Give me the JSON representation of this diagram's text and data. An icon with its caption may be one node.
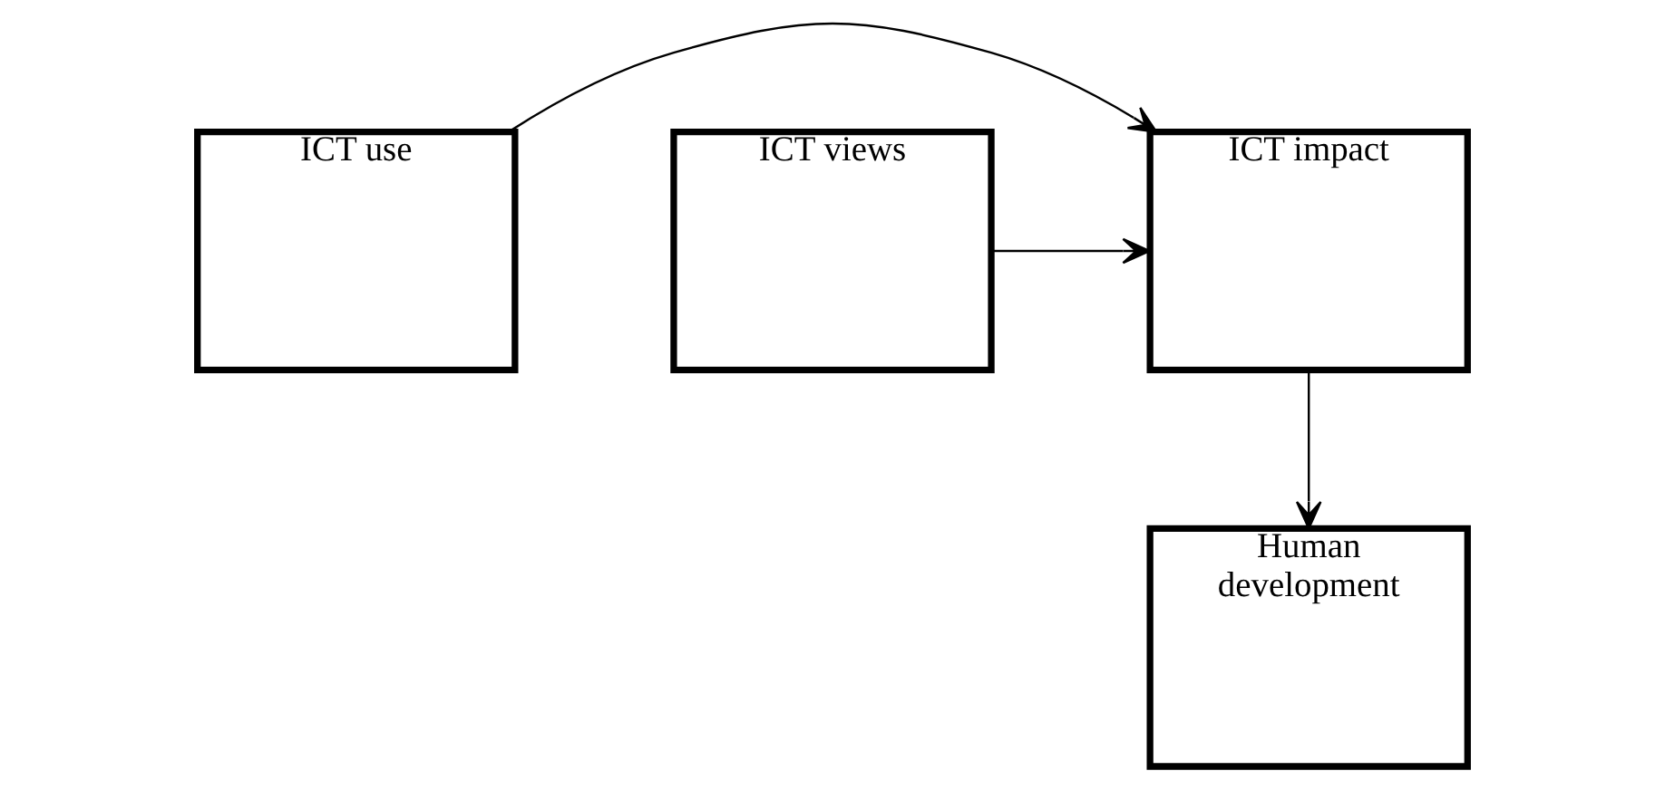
{
  "diagram": {
    "nodes": [
      {
        "text": [
          "ICT use"
        ]
      },
      {
        "text": [
          "ICT impact"
        ]
      },
      {
        "text": [
          "ICT views"
        ]
      },
      {
        "text": [
          "Human development"
        ]
      }
    ],
    "edges": [
      {
        "from": 0,
        "to": 1,
        "arrow": "to"
      },
      {
        "from": 2,
        "to": 1,
        "arrow": "to"
      },
      {
        "from": 1,
        "to": 3,
        "arrow": "to"
      }
    ]
  }
}
